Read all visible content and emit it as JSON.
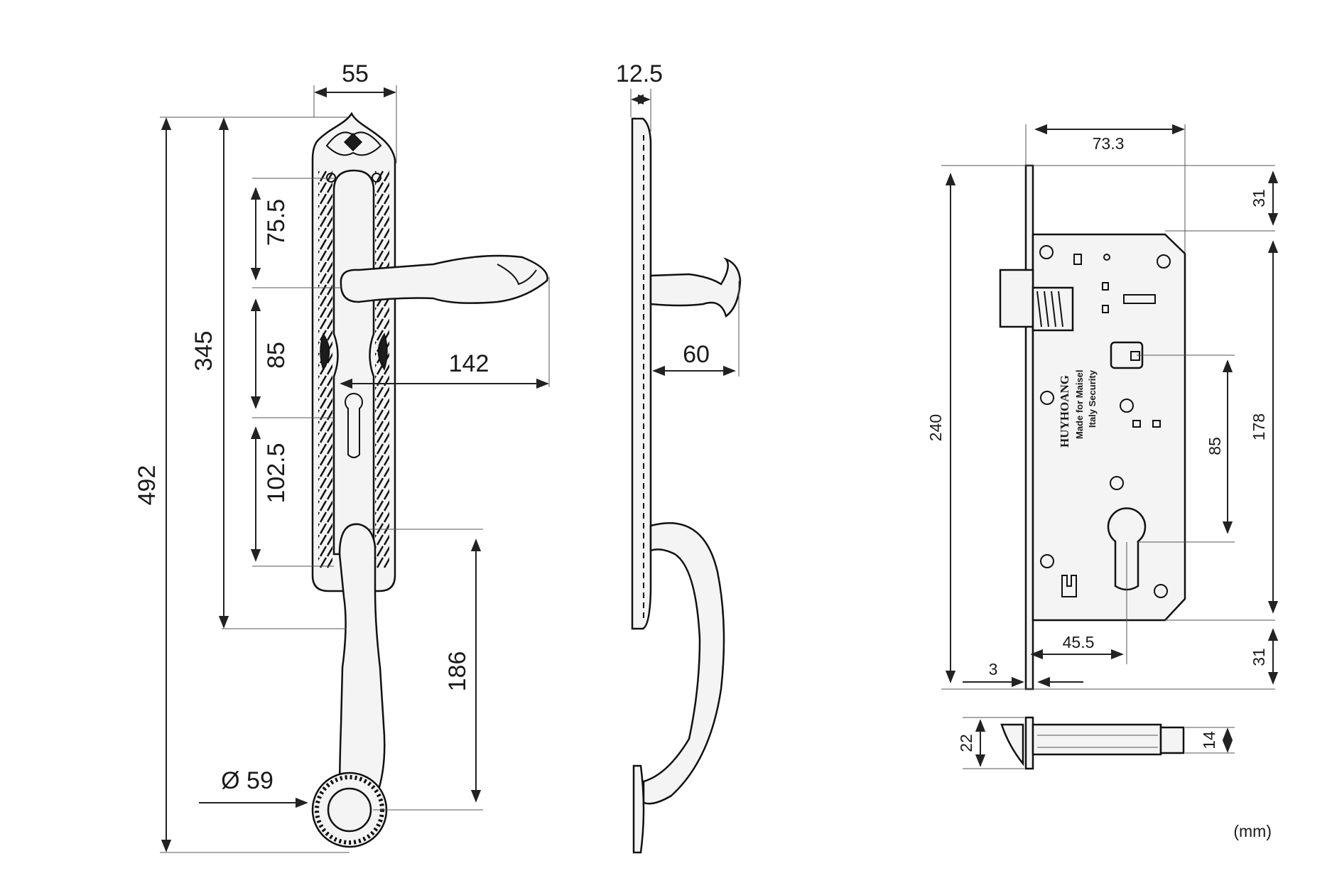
{
  "front_view": {
    "width_label": "55",
    "total_height_label": "492",
    "plate_height_label": "345",
    "upper_spacing_label": "75.5",
    "middle_spacing_label": "85",
    "lower_spacing_label": "102.5",
    "lever_length_label": "142",
    "handle_height_label": "186",
    "rose_diameter_label": "Ø 59"
  },
  "side_view": {
    "plate_thickness_label": "12.5",
    "lever_projection_label": "60"
  },
  "mortise_lock": {
    "case_width_label": "73.3",
    "forend_height_label": "240",
    "top_offset_label": "31",
    "case_height_label": "178",
    "center_distance_label": "85",
    "backset_label": "45.5",
    "bottom_offset_label": "31",
    "forend_thickness_label": "3",
    "bolt_height_label": "22",
    "latch_height_label": "14",
    "brand_text": "HUYHOANG",
    "made_for_text": "Made for Maisel",
    "italy_text": "Italy Security"
  },
  "units_label": "(mm)",
  "colors": {
    "line": "#222222",
    "fill": "#f4f4f4",
    "dark": "#1c1c1c"
  }
}
